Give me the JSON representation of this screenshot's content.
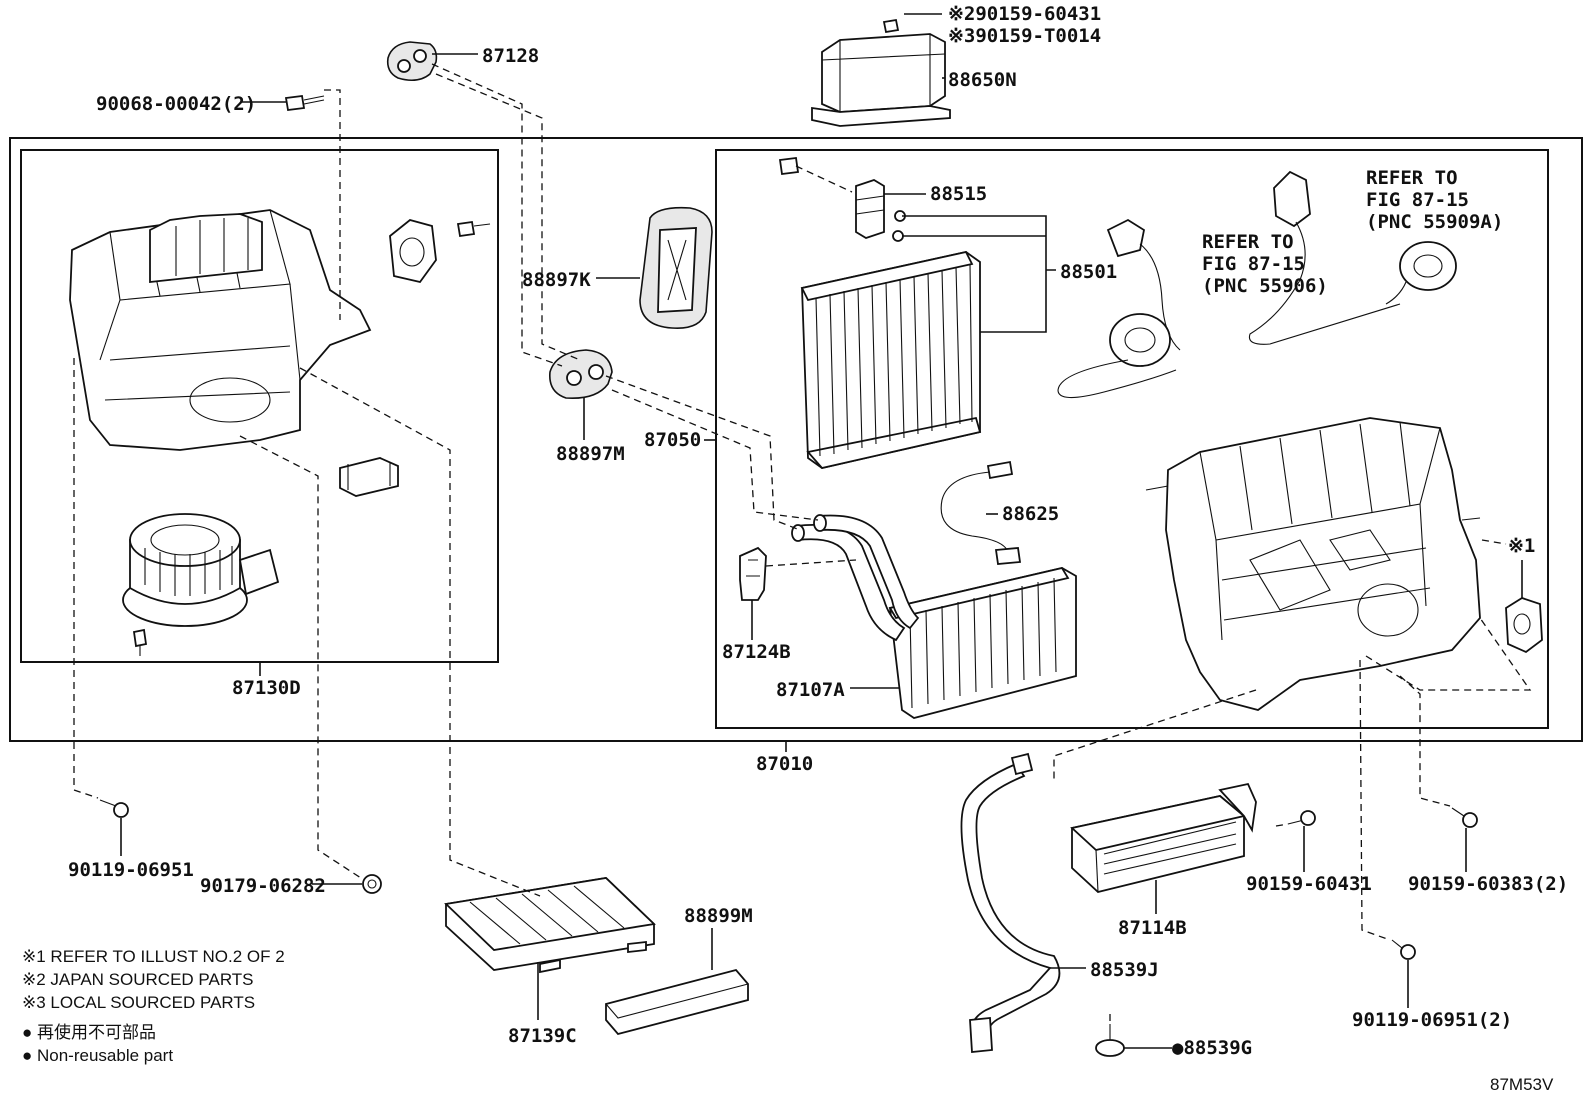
{
  "labels": {
    "p87128": "87128",
    "p90068": "90068-00042(2)",
    "p88650n": "88650N",
    "n2_90159": "※290159-60431",
    "n3_90159": "※390159-T0014",
    "p88515": "88515",
    "p88501": "88501",
    "p88897k": "88897K",
    "p88897m": "88897M",
    "p87050": "87050",
    "p88625": "88625",
    "p87124b": "87124B",
    "p87107a": "87107A",
    "p87130d": "87130D",
    "p87010": "87010",
    "p90119a": "90119-06951",
    "p90179": "90179-06282",
    "p88899m": "88899M",
    "p87139c": "87139C",
    "p87114b": "87114B",
    "p90159b": "90159-60431",
    "p90159c": "90159-60383(2)",
    "p88539j": "88539J",
    "p88539g": "●88539G",
    "p90119b": "90119-06951(2)",
    "mark1": "※1"
  },
  "refs": {
    "ref1_line1": "REFER TO",
    "ref1_line2": "FIG 87-15",
    "ref1_line3": "(PNC 55909A)",
    "ref2_line1": "REFER TO",
    "ref2_line2": "FIG 87-15",
    "ref2_line3": "(PNC 55906)"
  },
  "notes": {
    "n1": "※1 REFER TO ILLUST NO.2 OF 2",
    "n2": "※2 JAPAN SOURCED PARTS",
    "n3": "※3 LOCAL SOURCED PARTS",
    "n4": "● 再使用不可部品",
    "n5": "● Non-reusable part"
  },
  "illustration_code": "87M53V"
}
